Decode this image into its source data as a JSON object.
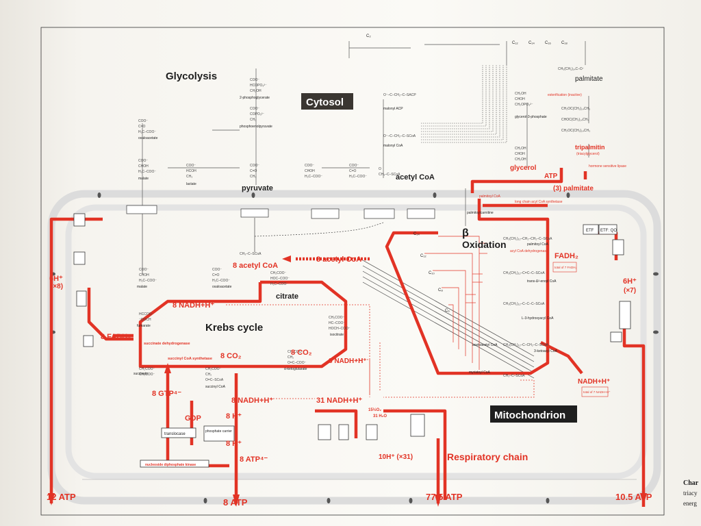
{
  "colors": {
    "pathway": "#e23325",
    "ink": "#1d1d1d",
    "grey": "#8a8a8a",
    "membrane": "#dcdcdc",
    "tag": "#3a3631"
  },
  "compartments": {
    "cytosol": "Cytosol",
    "mitochondrion": "Mitochondrion"
  },
  "pathways": {
    "glycolysis": "Glycolysis",
    "krebs": "Krebs cycle",
    "beta_symbol": "β",
    "beta_oxidation": "Oxidation",
    "respiratory_chain": "Respiratory chain"
  },
  "cytosol_labels": {
    "pyruvate": "pyruvate",
    "acetyl_coa": "acetyl CoA",
    "malonyl_acp": "malonyl ACP",
    "malonyl_coa": "malonyl CoA",
    "palmitate": "palmitate",
    "glycerol": "glycerol",
    "tripalmitin": "tripalmitin",
    "triacylglycerol": "(triacylglycerol)",
    "hormone_lipase": "hormone sensitive lipase",
    "three_palmitate": "(3) palmitate",
    "atp": "ATP",
    "oxaloacetate": "oxaloacetate",
    "malate": "malate",
    "lactate": "lactate",
    "phosphoenolpyruvate": "phosphoenolpyruvate",
    "phosphoglycerate": "2-phosphoglycerate",
    "glycerol_phosphate": "glycerol-3-phosphate",
    "esterification": "esterification (inactive)",
    "palmitoyl_coa": "palmitoyl CoA",
    "lc_synthetase": "long chain acyl CoA synthetase",
    "c2": "C₂",
    "c12": "C₁₂",
    "c14": "C₁₄",
    "c16": "C₁₆",
    "c18": "C₁₈"
  },
  "mito_labels": {
    "acetyl_coa_8": "8 acetyl CoA",
    "acetyl_coa_8b": "8 acetyl CoA",
    "nadh_8a": "8 NADH+H⁺",
    "nadh_8b": "8 NADH+H⁺",
    "nadh_8c": "8 NADH+H⁺",
    "fadh2_8": "8 FADH₂",
    "co2_8a": "8 CO₂",
    "co2_8b": "8 CO₂",
    "gtp_8": "8 GTP⁴⁻",
    "gdp": "GDP",
    "h_8a": "8 H⁺",
    "h_8b": "8 H⁺",
    "atp_8": "8 ATP⁴⁻",
    "nadh_31": "31 NADH+H⁺",
    "h10": "10H⁺ (×31)",
    "o2": "15½O₂",
    "h2o": "31 H₂O",
    "h6a": "6H⁺",
    "h6a_x": "(×8)",
    "h6b": "6H⁺",
    "h6b_x": "(×7)",
    "fadh2": "FADH₂",
    "fadh2_total": "total of 7 FADH₂",
    "nadh_total": "total of 7 NADH+H⁺",
    "nadh_beta": "NADH+H⁺",
    "citrate": "citrate",
    "isocitrate": "isocitrate",
    "succinate": "succinate",
    "fumarate": "fumarate",
    "oxaloacetate": "oxaloacetate",
    "malate": "malate",
    "succinyl_coa": "succinyl CoA",
    "alpha_kg": "α-ketoglutarate",
    "succinate_dh": "succinate dehydrogenase",
    "succinyl_synthetase": "succinyl CoA synthetase",
    "translocase": "translocase",
    "phosphate_carrier": "phosphate carrier",
    "ndp_kinase": "nucleoside diphosphate kinase",
    "palmitoyl_carnitine": "palmitoylcarnitine",
    "myristoyl_coa": "myristoyl CoA",
    "acetoacetyl_coa": "acetoacetyl CoA",
    "ketoacyl": "3-ketoacyl CoA",
    "hydroxyacyl": "L-3-hydroxyacyl CoA",
    "enoyl": "trans-Δ²-enoyl CoA",
    "palmitoyl_coa": "palmitoyl CoA",
    "acyl_dh": "acyl CoA dehydrogenase",
    "etf": "ETF",
    "etf_qo": "ETF: QO",
    "c14": "C₁₄",
    "c12": "C₁₂",
    "c10": "C₁₀",
    "c8": "C₈",
    "c6": "C₆"
  },
  "totals": {
    "atp_left": "12 ATP",
    "atp_middle": "8 ATP",
    "atp_center": "77.5 ATP",
    "atp_right": "10.5 ATP"
  },
  "side_caption": {
    "l1": "Char",
    "l2": "triacy",
    "l3": "energ"
  }
}
